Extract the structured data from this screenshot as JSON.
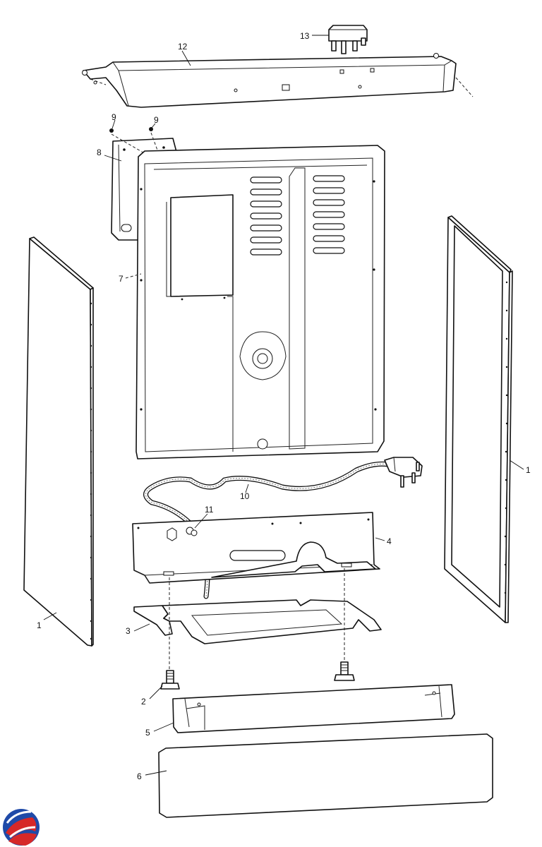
{
  "diagram": {
    "callouts": [
      {
        "id": "c12",
        "text": "12"
      },
      {
        "id": "c13",
        "text": "13"
      },
      {
        "id": "c9a",
        "text": "9"
      },
      {
        "id": "c9b",
        "text": "9"
      },
      {
        "id": "c8",
        "text": "8"
      },
      {
        "id": "c7",
        "text": "7"
      },
      {
        "id": "c1l",
        "text": "1"
      },
      {
        "id": "c1r",
        "text": "1"
      },
      {
        "id": "c10",
        "text": "10"
      },
      {
        "id": "c11",
        "text": "11"
      },
      {
        "id": "c4",
        "text": "4"
      },
      {
        "id": "c3",
        "text": "3"
      },
      {
        "id": "c2",
        "text": "2"
      },
      {
        "id": "c5",
        "text": "5"
      },
      {
        "id": "c6",
        "text": "6"
      }
    ]
  },
  "logo": {
    "name": "brand-logo",
    "colors": [
      "#1f4aa8",
      "#d62828"
    ]
  }
}
